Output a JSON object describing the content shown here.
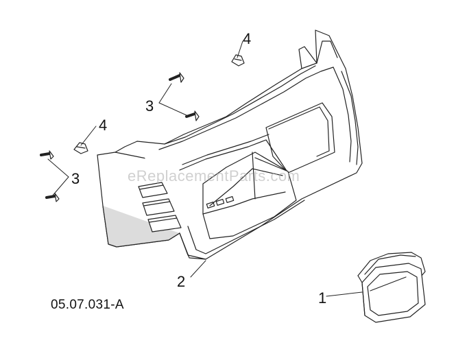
{
  "diagram": {
    "document_id": "05.07.031-A",
    "watermark": "eReplacementParts.com",
    "callouts": {
      "part1": "1",
      "part2": "2",
      "part3_upper": "3",
      "part3_lower": "3",
      "part4_upper": "4",
      "part4_lower": "4"
    },
    "colors": {
      "line": "#222222",
      "fill": "#ffffff",
      "shade": "#dcdcdc"
    }
  }
}
